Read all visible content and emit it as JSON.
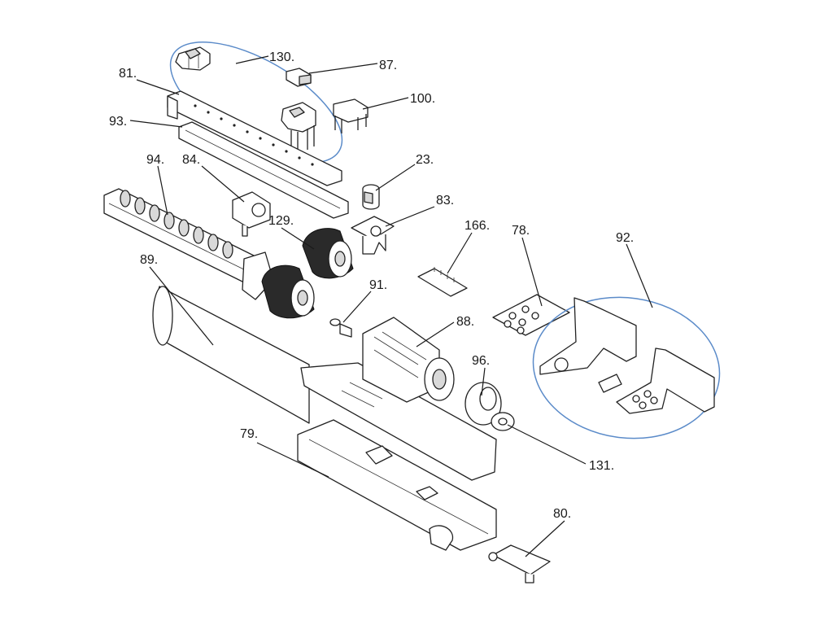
{
  "labels": {
    "p130": "130.",
    "p87": "87.",
    "p81": "81.",
    "p100": "100.",
    "p93": "93.",
    "p94": "94.",
    "p84": "84.",
    "p23": "23.",
    "p83": "83.",
    "p129": "129.",
    "p166": "166.",
    "p78": "78.",
    "p92": "92.",
    "p89": "89.",
    "p91": "91.",
    "p88": "88.",
    "p96": "96.",
    "p131": "131.",
    "p79": "79.",
    "p80": "80."
  },
  "colors": {
    "group_ring": "#5b8bc9",
    "line": "#1a1a1a",
    "part_fill": "#ffffff",
    "part_shade": "#d9d9d9"
  }
}
